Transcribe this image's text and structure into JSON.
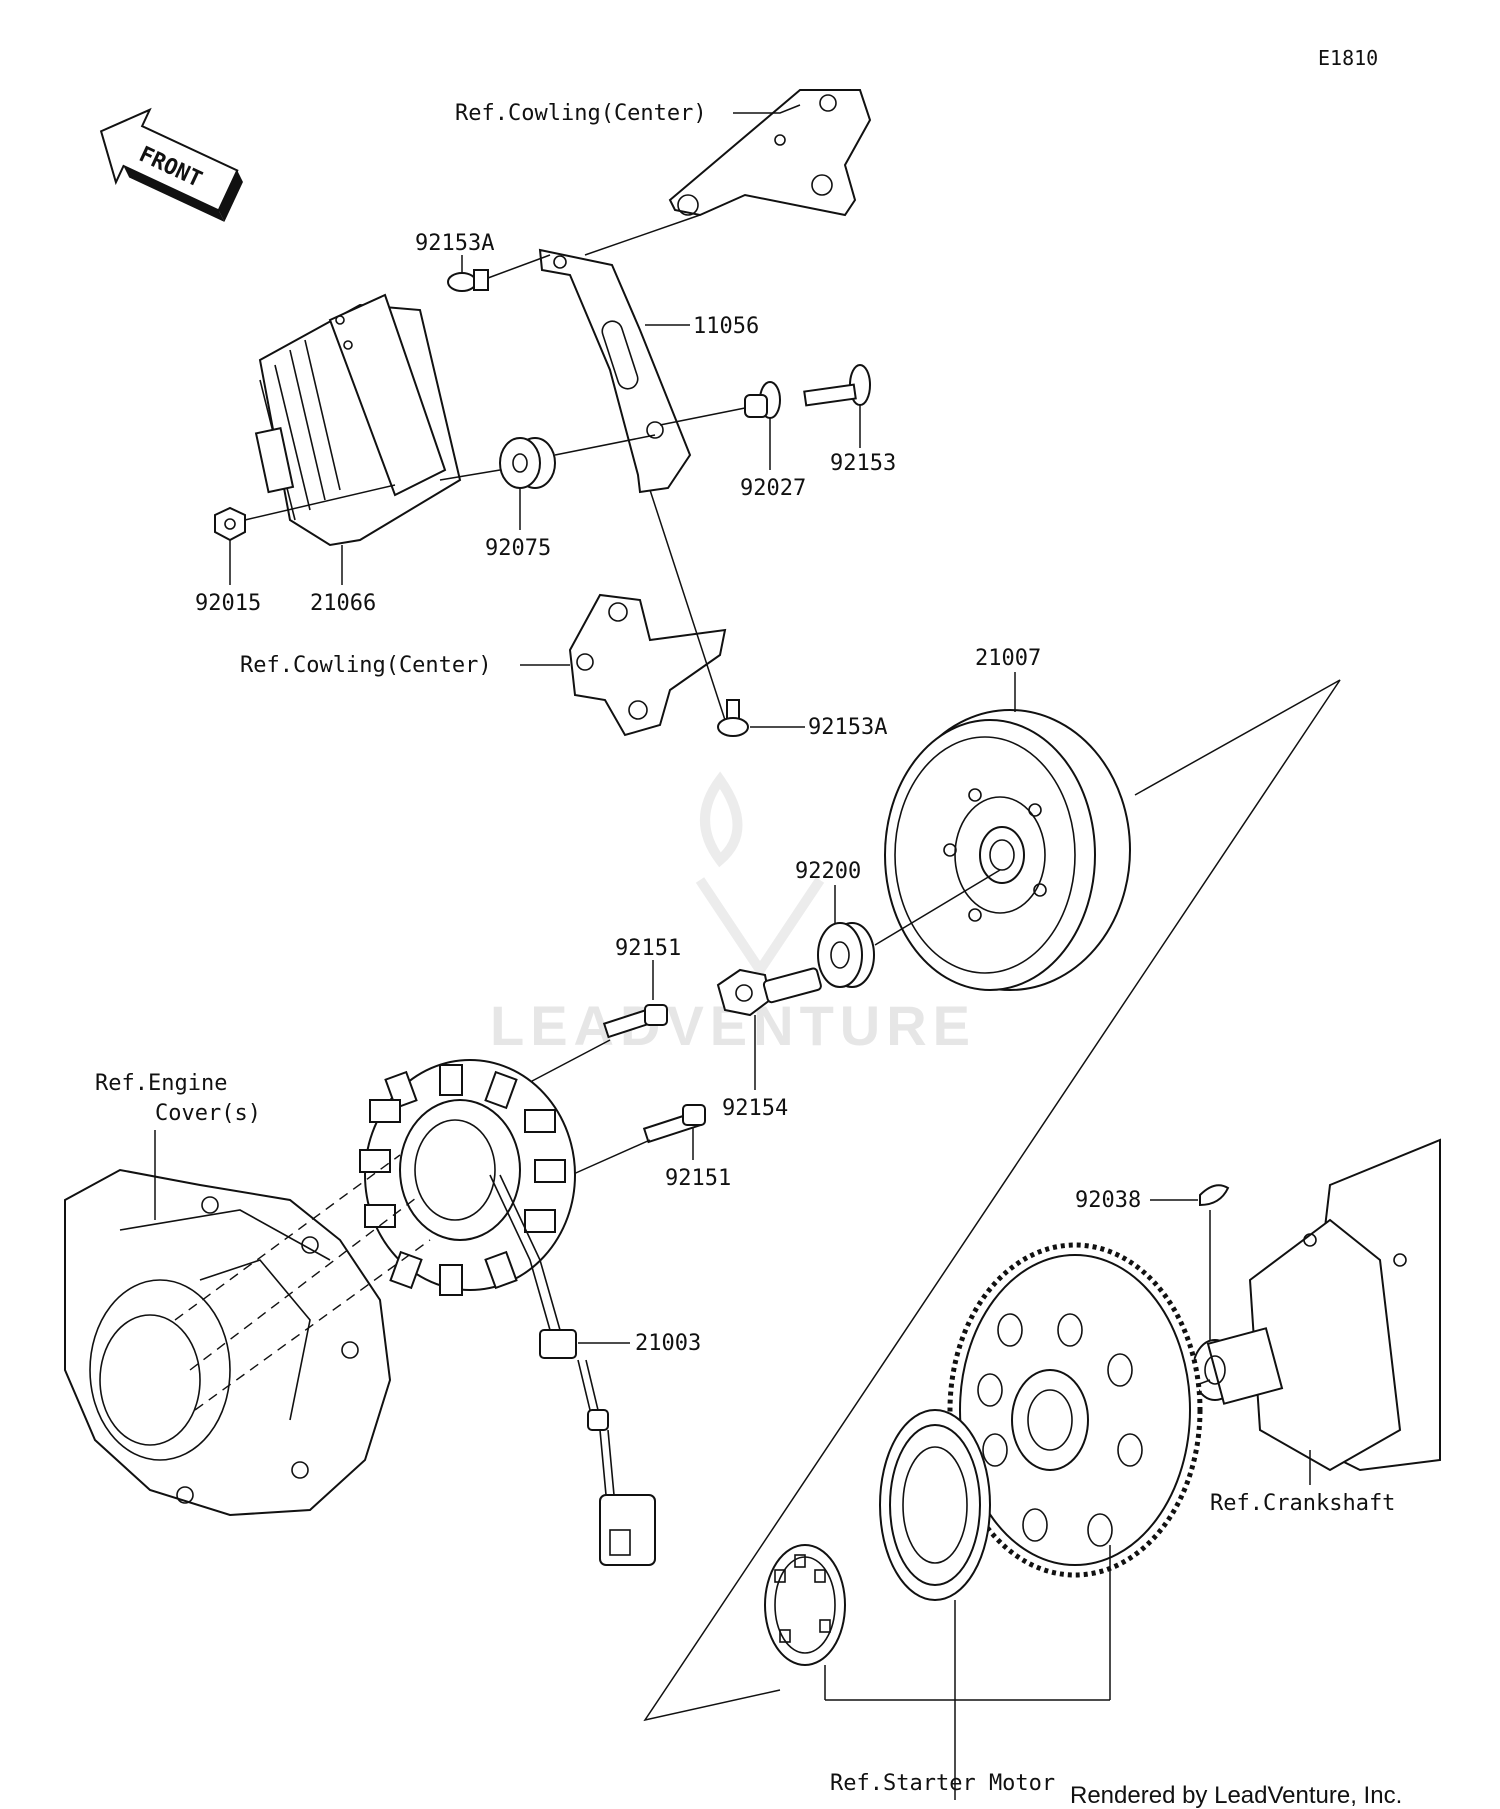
{
  "diagram_code": "E1810",
  "front_label": "FRONT",
  "footer": "Rendered by LeadVenture, Inc.",
  "watermark": "LEADVENTURE",
  "labels": {
    "ref_cowling_top": "Ref.Cowling(Center)",
    "ref_cowling_bottom": "Ref.Cowling(Center)",
    "p92153A_top": "92153A",
    "p92153A_bottom": "92153A",
    "p11056": "11056",
    "p92153": "92153",
    "p92027": "92027",
    "p92075": "92075",
    "p92015": "92015",
    "p21066": "21066",
    "p21007": "21007",
    "p92200": "92200",
    "p92151_top": "92151",
    "p92151_bottom": "92151",
    "p92154": "92154",
    "ref_engine_cover_line1": "Ref.Engine",
    "ref_engine_cover_line2": "Cover(s)",
    "p21003": "21003",
    "p92038": "92038",
    "ref_crankshaft": "Ref.Crankshaft",
    "ref_starter_motor": "Ref.Starter Motor"
  }
}
